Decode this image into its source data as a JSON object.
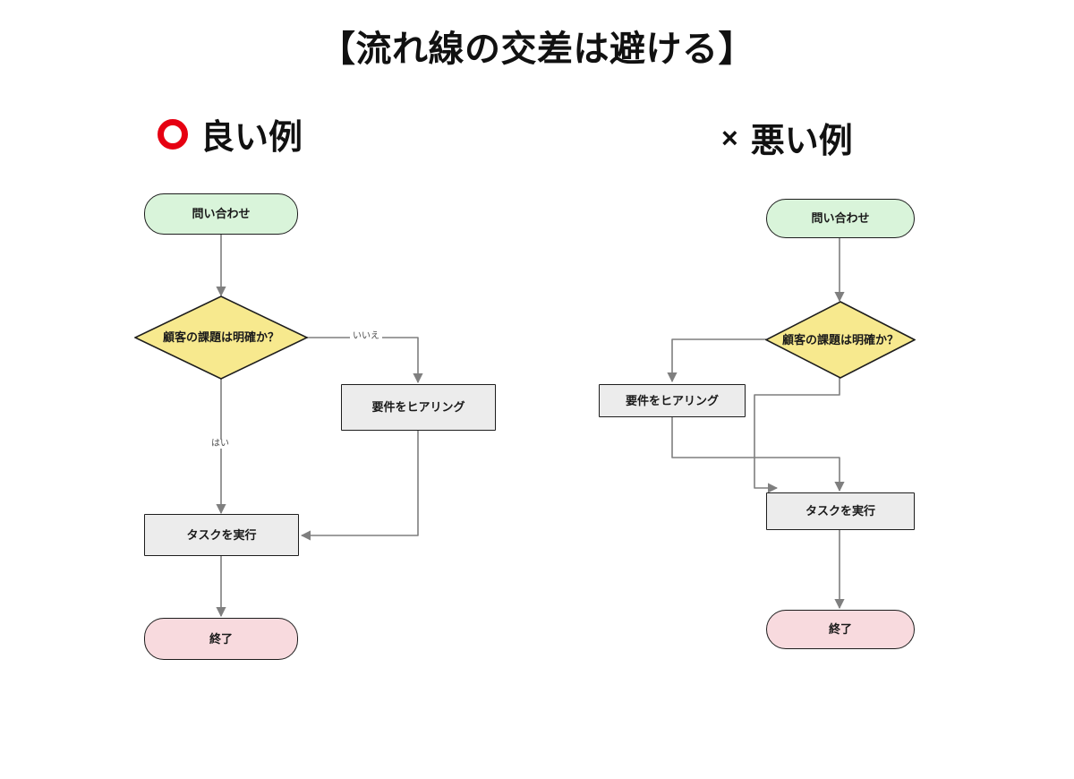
{
  "slide": {
    "title": "【流れ線の交差は避ける】",
    "background_color": "#ffffff"
  },
  "columns": [
    {
      "id": "good",
      "mark": "circle-mark",
      "mark_color": "#e60012",
      "heading": "良い例"
    },
    {
      "id": "bad",
      "mark": "cross-mark",
      "mark_color": "#111111",
      "heading": "悪い例"
    }
  ],
  "palette": {
    "start_fill": "#d9f4da",
    "end_fill": "#f8dade",
    "decision_fill": "#f7e98e",
    "process_fill": "#ececec",
    "node_stroke": "#1d1d1d",
    "edge_stroke": "#7f7f7f",
    "label_text": "#4d4d4d"
  },
  "good_example": {
    "nodes": {
      "start": "問い合わせ",
      "decision": "顧客の課題は明確か？",
      "hearing": "要件をヒアリング",
      "task": "タスクを実行",
      "end": "終了"
    },
    "edge_labels": {
      "no": "いいえ",
      "yes": "はい"
    }
  },
  "bad_example": {
    "nodes": {
      "start": "問い合わせ",
      "decision": "顧客の課題は明確か？",
      "hearing": "要件をヒアリング",
      "task": "タスクを実行",
      "end": "終了"
    },
    "edge_labels": {
      "no": "",
      "yes": ""
    }
  }
}
